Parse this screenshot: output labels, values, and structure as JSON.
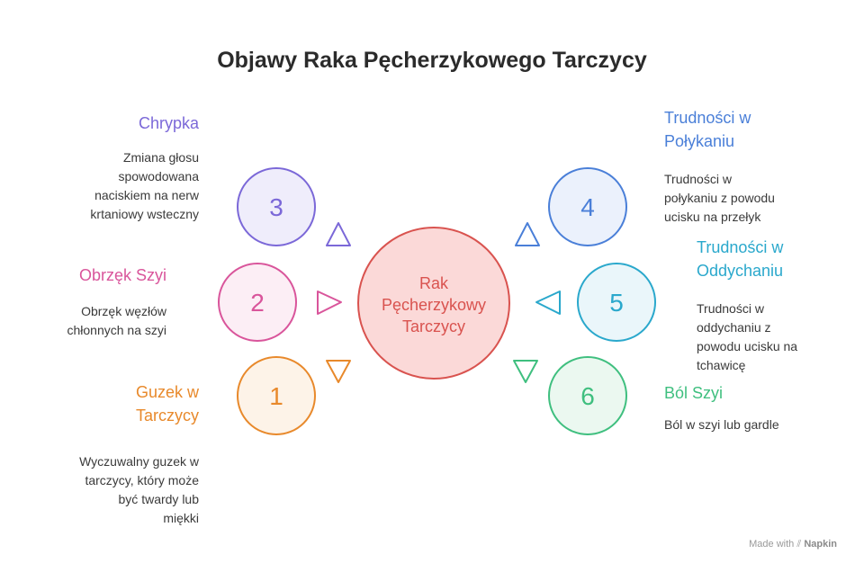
{
  "title": "Objawy Raka Pęcherzykowego Tarczycy",
  "center": {
    "lines": [
      "Rak",
      "Pęcherzykowy",
      "Tarczycy"
    ]
  },
  "items": [
    {
      "number": "1",
      "heading": [
        "Guzek w",
        "Tarczycy"
      ],
      "description": [
        "Wyczuwalny guzek w",
        "tarczycy, który może",
        "być twardy lub",
        "miękki"
      ],
      "color": "#e8892b",
      "fill": "#fdf3e8"
    },
    {
      "number": "2",
      "heading": [
        "Obrzęk Szyi"
      ],
      "description": [
        "Obrzęk węzłów",
        "chłonnych na szyi"
      ],
      "color": "#d9559b",
      "fill": "#fceef5"
    },
    {
      "number": "3",
      "heading": [
        "Chrypka"
      ],
      "description": [
        "Zmiana głosu",
        "spowodowana",
        "naciskiem na nerw",
        "krtaniowy wsteczny"
      ],
      "color": "#7b68d8",
      "fill": "#efedfb"
    },
    {
      "number": "4",
      "heading": [
        "Trudności w",
        "Połykaniu"
      ],
      "description": [
        "Trudności w",
        "połykaniu z powodu",
        "ucisku na przełyk"
      ],
      "color": "#4a7fd8",
      "fill": "#ebf1fc"
    },
    {
      "number": "5",
      "heading": [
        "Trudności w",
        "Oddychaniu"
      ],
      "description": [
        "Trudności w",
        "oddychaniu z",
        "powodu ucisku na",
        "tchawicę"
      ],
      "color": "#2aa8cc",
      "fill": "#eaf6fa"
    },
    {
      "number": "6",
      "heading": [
        "Ból Szyi"
      ],
      "description": [
        "Ból w szyi lub gardle"
      ],
      "color": "#3fbf7f",
      "fill": "#ebf8f0"
    }
  ],
  "colors": {
    "center_stroke": "#d9534f",
    "center_fill": "#fbd9d8",
    "center_text": "#d9534f",
    "title": "#2b2b2b"
  },
  "footer": {
    "made_with": "Made with",
    "brand": "Napkin"
  }
}
